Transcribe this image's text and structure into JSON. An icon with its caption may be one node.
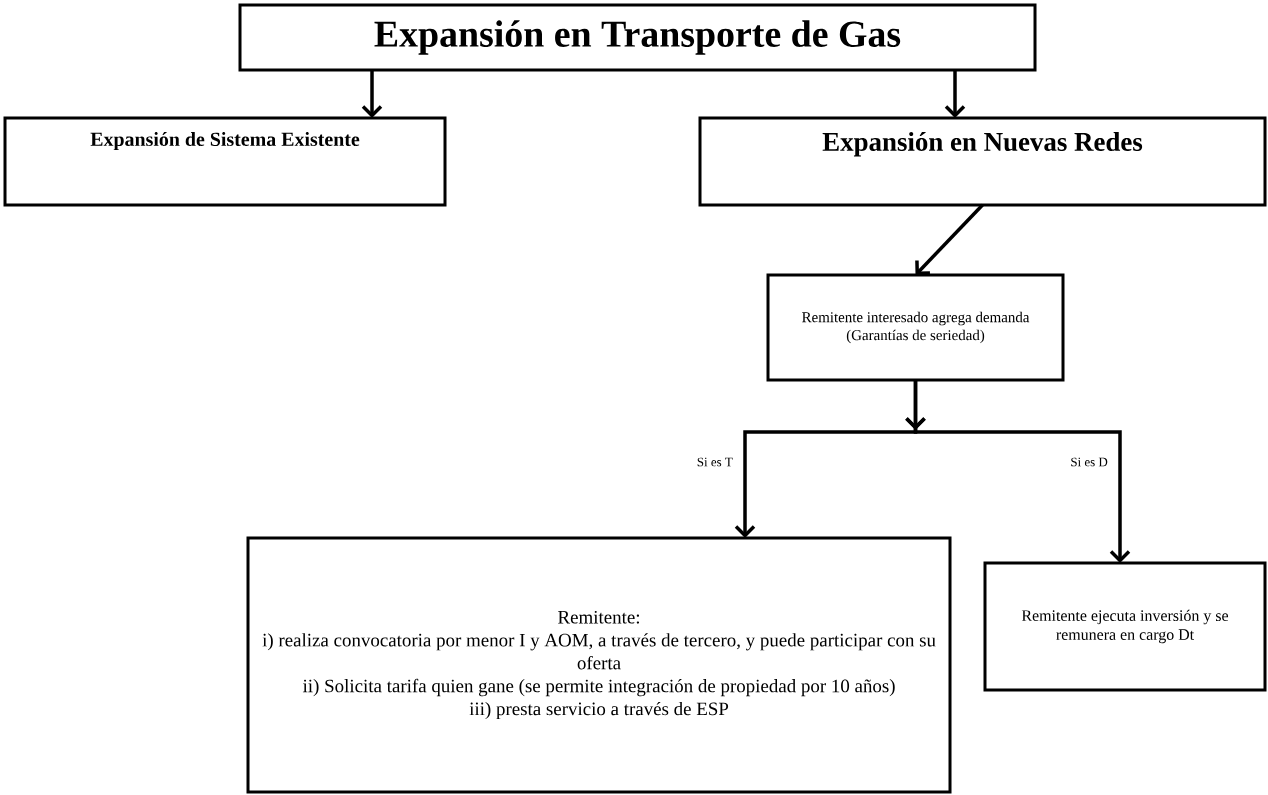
{
  "diagram": {
    "nodes": [
      {
        "text": [
          "Expansión en Transporte de Gas"
        ]
      },
      {
        "text": [
          "Expansión de Sistema Existente"
        ]
      },
      {
        "text": [
          "Expansión en Nuevas Redes"
        ]
      },
      {
        "text": [
          "Remitente interesado agrega demanda (Garantías de seriedad)"
        ]
      },
      {
        "text": [
          "Remitente:",
          "i) realiza convocatoria por menor I y AOM, a través de tercero, y puede participar con su oferta",
          "ii) Solicita tarifa quien gane (se permite integración de propiedad por 10 años)",
          "iii) presta servicio a través de ESP"
        ]
      },
      {
        "text": [
          "Remitente ejecuta inversión y se remunera en cargo Dt"
        ]
      }
    ],
    "edges": [
      {
        "from": 0,
        "to": 1,
        "arrow": "to"
      },
      {
        "from": 0,
        "to": 2,
        "arrow": "to"
      },
      {
        "from": 2,
        "to": 3,
        "arrow": "to"
      },
      {
        "from": 3,
        "to": 4,
        "arrow": "to",
        "label": "Si es T"
      },
      {
        "from": 3,
        "to": 5,
        "arrow": "to",
        "label": "Si es D"
      }
    ]
  }
}
